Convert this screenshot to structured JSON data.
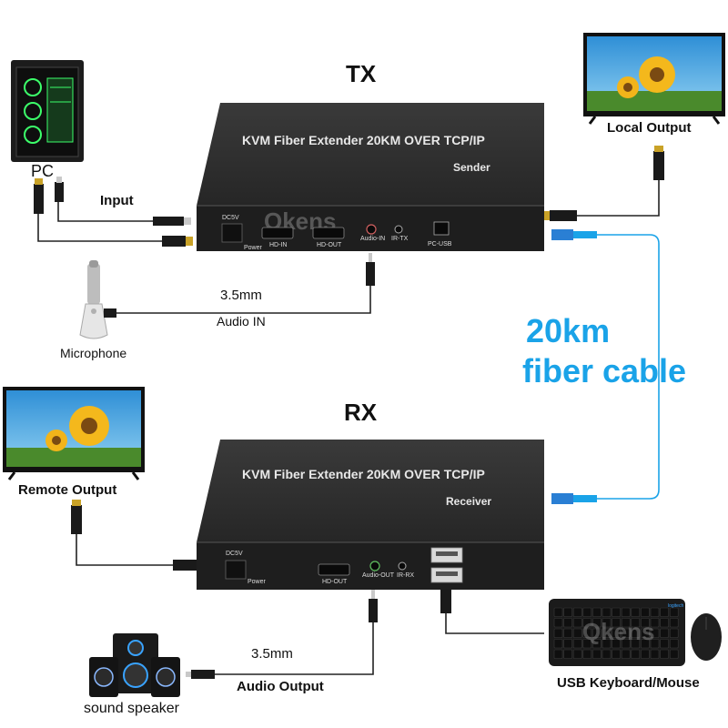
{
  "tx": {
    "label": "TX",
    "device_title": "KVM Fiber Extender 20KM OVER TCP/IP",
    "role": "Sender",
    "ports": {
      "dc": "DC5V",
      "power": "Power",
      "hd_in": "HD-IN",
      "hd_out": "HD-OUT",
      "audio_in": "Audio-IN",
      "ir": "IR-TX",
      "usb": "PC-USB"
    },
    "watermark": "Qkens"
  },
  "rx": {
    "label": "RX",
    "device_title": "KVM Fiber Extender 20KM OVER TCP/IP",
    "role": "Receiver",
    "ports": {
      "dc": "DC5V",
      "power": "Power",
      "hd_out": "HD-OUT",
      "audio_out": "Audio-OUT",
      "ir": "IR-RX"
    }
  },
  "labels": {
    "pc": "PC",
    "input": "Input",
    "local_output": "Local Output",
    "audio_in_size": "3.5mm",
    "audio_in": "Audio IN",
    "microphone": "Microphone",
    "fiber_line1": "20km",
    "fiber_line2": "fiber cable",
    "remote_output": "Remote Output",
    "audio_out_size": "3.5mm",
    "audio_output": "Audio Output",
    "sound_speaker": "sound speaker",
    "usb_km": "USB Keyboard/Mouse",
    "keyboard_watermark": "Qkens",
    "keyboard_brand": "logitech"
  },
  "colors": {
    "fiber": "#1aa3e8",
    "device": "#2c2c2c",
    "cable": "#222222",
    "gold": "#c9a227"
  }
}
